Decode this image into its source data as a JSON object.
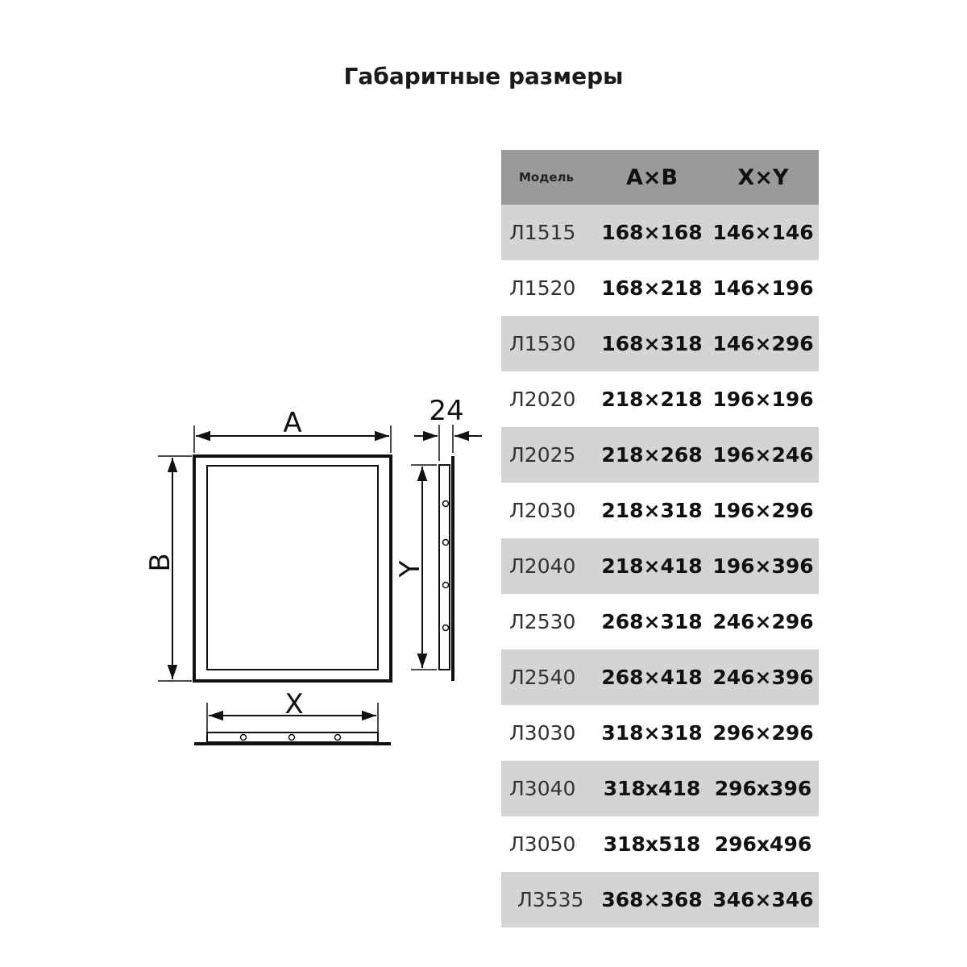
{
  "title": "Габаритные размеры",
  "diagram": {
    "labels": {
      "a": "A",
      "b": "B",
      "x": "X",
      "y": "Y",
      "depth": "24"
    }
  },
  "table": {
    "headers": {
      "model": "Модель",
      "ab": "A×B",
      "xy": "X×Y"
    },
    "rows": [
      {
        "model": "Л1515",
        "ab": "168×168",
        "xy": "146×146"
      },
      {
        "model": "Л1520",
        "ab": "168×218",
        "xy": "146×196"
      },
      {
        "model": "Л1530",
        "ab": "168×318",
        "xy": "146×296"
      },
      {
        "model": "Л2020",
        "ab": "218×218",
        "xy": "196×196"
      },
      {
        "model": "Л2025",
        "ab": "218×268",
        "xy": "196×246"
      },
      {
        "model": "Л2030",
        "ab": "218×318",
        "xy": "196×296"
      },
      {
        "model": "Л2040",
        "ab": "218×418",
        "xy": "196×396"
      },
      {
        "model": "Л2530",
        "ab": "268×318",
        "xy": "246×296"
      },
      {
        "model": "Л2540",
        "ab": "268×418",
        "xy": "246×396"
      },
      {
        "model": "Л3030",
        "ab": "318×318",
        "xy": "296×296"
      },
      {
        "model": "Л3040",
        "ab": "318x418",
        "xy": "296x396"
      },
      {
        "model": "Л3050",
        "ab": "318x518",
        "xy": "296x496"
      },
      {
        "model": "Л3535",
        "ab": "368×368",
        "xy": "346×346"
      }
    ]
  }
}
